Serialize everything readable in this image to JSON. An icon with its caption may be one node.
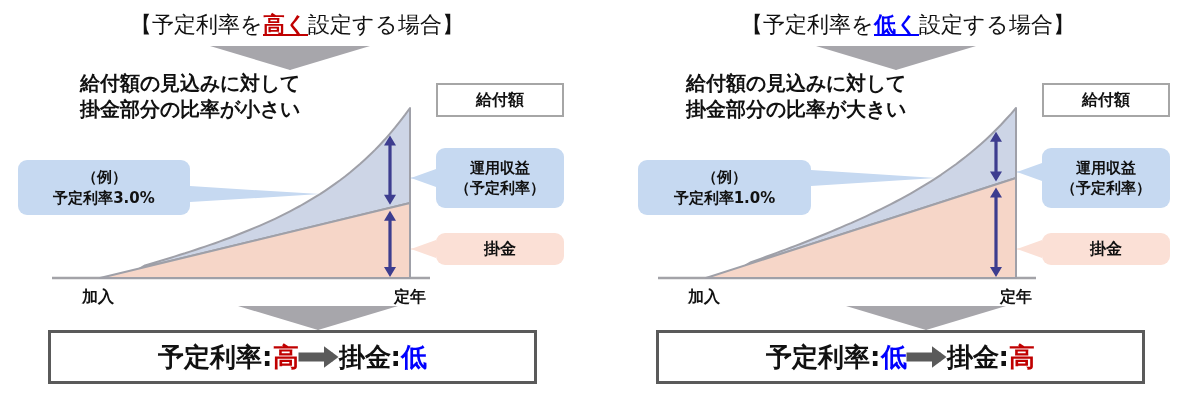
{
  "diagram": {
    "nodes": [
      {
        "text": [
          "【予定利率を**高く**設定する場合】"
        ]
      },
      {
        "text": [
          "給付額の見込みに対して掛金部分の比率が小さい"
        ],
        "beside": [
          "加入",
          "定年"
        ]
      },
      {
        "text": [],
        "shape": "area",
        "in": 1
      },
      {
        "text": [],
        "shape": "area",
        "in": 1
      },
      {
        "text": [
          "（例）",
          "予定利率3.0%"
        ]
      },
      {
        "text": [
          "給付額"
        ]
      },
      {
        "text": [
          "運用収益",
          "（予定利率）"
        ]
      },
      {
        "text": [
          "掛金"
        ]
      },
      {
        "text": [],
        "shape": "box"
      },
      {
        "text": [
          "予定利率:**高**"
        ],
        "in": 8
      },
      {
        "text": [
          "掛金:**低**"
        ],
        "in": 8
      },
      {
        "text": [
          "【予定利率を**低く**設定する場合】"
        ]
      },
      {
        "text": [
          "給付額の見込みに対して掛金部分の比率が大きい"
        ],
        "beside": [
          "加入",
          "定年"
        ]
      },
      {
        "text": [],
        "shape": "area",
        "in": 12
      },
      {
        "text": [],
        "shape": "area",
        "in": 12
      },
      {
        "text": [
          "（例）",
          "予定利率1.0%"
        ]
      },
      {
        "text": [
          "給付額"
        ]
      },
      {
        "text": [
          "運用収益",
          "（予定利率）"
        ]
      },
      {
        "text": [
          "掛金"
        ]
      },
      {
        "text": [],
        "shape": "box"
      },
      {
        "text": [
          "予定利率:**低**"
        ],
        "in": 19
      },
      {
        "text": [
          "掛金:**高**"
        ],
        "in": 19
      }
    ],
    "edges": [
      {
        "from": 0,
        "to": 1,
        "arrow": "to",
        "color": "#a7a6ab"
      },
      {
        "from": 4,
        "to": 2,
        "arrow": "none",
        "color": "#c6d9f1"
      },
      {
        "from": 6,
        "to": 2,
        "arrow": "to",
        "color": "#c6d9f1"
      },
      {
        "from": 7,
        "to": 3,
        "arrow": "to",
        "color": "#fbe0d6"
      },
      {
        "from": 1,
        "to": 8,
        "arrow": "to",
        "color": "#a7a6ab"
      },
      {
        "from": 9,
        "to": 10,
        "arrow": "to",
        "style": "thick",
        "color": "#5a5a5a"
      },
      {
        "from": 11,
        "to": 12,
        "arrow": "to",
        "color": "#a7a6ab"
      },
      {
        "from": 15,
        "to": 13,
        "arrow": "none",
        "color": "#c6d9f1"
      },
      {
        "from": 17,
        "to": 13,
        "arrow": "to",
        "color": "#c6d9f1"
      },
      {
        "from": 18,
        "to": 14,
        "arrow": "to",
        "color": "#fbe0d6"
      },
      {
        "from": 12,
        "to": 19,
        "arrow": "to",
        "color": "#a7a6ab"
      },
      {
        "from": 20,
        "to": 21,
        "arrow": "to",
        "style": "thick",
        "color": "#5a5a5a"
      }
    ]
  }
}
